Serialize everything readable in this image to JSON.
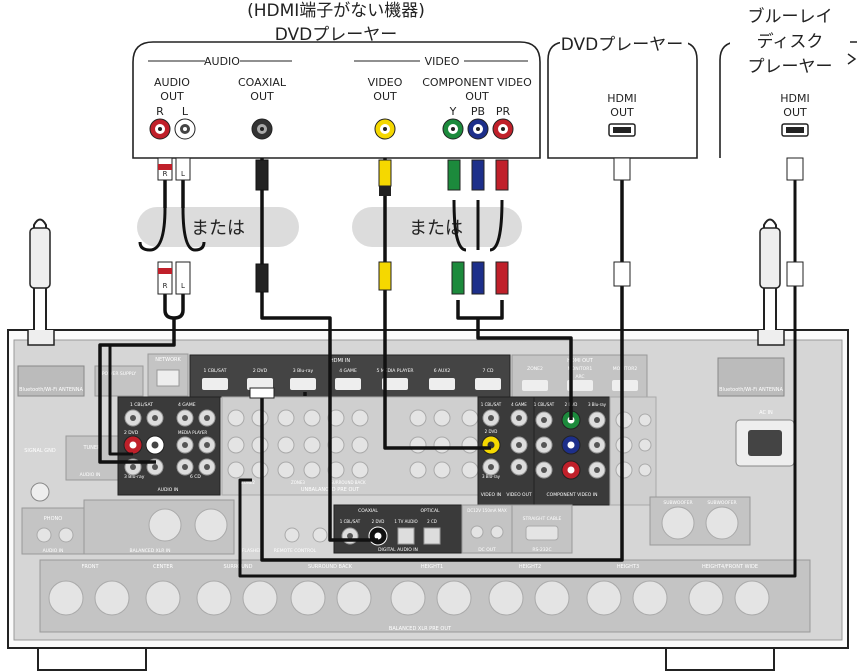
{
  "header": {
    "title_line1": "(HDMI端子がない機器)",
    "title_line2": "DVDプレーヤー"
  },
  "devices": {
    "dvd_legacy": {
      "audio_group": "AUDIO",
      "video_group": "VIDEO",
      "audio_out_line1": "AUDIO",
      "audio_out_line2": "OUT",
      "r": "R",
      "l": "L",
      "coaxial_line1": "COAXIAL",
      "coaxial_line2": "OUT",
      "video_out_line1": "VIDEO",
      "video_out_line2": "OUT",
      "component_line1": "COMPONENT VIDEO",
      "component_line2": "OUT",
      "y": "Y",
      "pb": "PB",
      "pr": "PR"
    },
    "dvd_hdmi": {
      "title": "DVDプレーヤー",
      "hdmi_line1": "HDMI",
      "hdmi_line2": "OUT"
    },
    "bluray": {
      "title_line1": "ブルーレイ",
      "title_line2": "ディスク",
      "title_line3": "プレーヤー",
      "hdmi_line1": "HDMI",
      "hdmi_line2": "OUT"
    }
  },
  "or_labels": [
    "または",
    "または"
  ],
  "receiver": {
    "network": "NETWORK",
    "power_supply": "POWER SUPPLY",
    "hdmi_in": "HDMI IN",
    "hdmi_out": "HDMI OUT",
    "hdmi_inputs": [
      "1 CBL/SAT",
      "2 DVD",
      "3 Blu-ray",
      "4 GAME",
      "5 MEDIA PLAYER",
      "6 AUX2",
      "7 CD"
    ],
    "zone2": "ZONE2",
    "monitor1": "MONITOR1",
    "monitor2": "MONITOR2",
    "arc": "ARC",
    "antenna_left": "Bluetooth/Wi-Fi ANTENNA",
    "antenna_right": "Bluetooth/Wi-Fi ANTENNA",
    "ac_in": "AC IN",
    "audio_in": "AUDIO IN",
    "audio_in_inputs": [
      "1 CBL/SAT",
      "4 GAME",
      "2 DVD",
      "MEDIA PLAYER",
      "3 Blu-ray",
      "6 CD"
    ],
    "tuner": "TUNER",
    "signal_gnd": "SIGNAL GND",
    "phono": "PHONO",
    "balanced_xlr_in": "BALANCED XLR IN",
    "flasher": "FLASHER",
    "remote_control": "REMOTE CONTROL",
    "dc_out": "DC OUT",
    "rs232c": "RS-232C",
    "straight_cable": "STRAIGHT CABLE",
    "digital_audio_in": "DIGITAL AUDIO IN",
    "coaxial": "COAXIAL",
    "optical": "OPTICAL",
    "digital_inputs": [
      "1 CBL/SAT",
      "2 DVD",
      "1 TV AUDIO",
      "2 CD"
    ],
    "video_in": "VIDEO IN",
    "video_out": "VIDEO OUT",
    "video_inputs": [
      "1 CBL/SAT",
      "4 GAME",
      "2 DVD",
      "3 Blu-ray"
    ],
    "component_video_in": "COMPONENT VIDEO IN",
    "component_inputs": [
      "1 CBL/SAT",
      "2 DVD",
      "3 Blu-ray"
    ],
    "preout_labels": [
      "FRONT",
      "CENTER",
      "SURROUND",
      "SURROUND BACK",
      "HEIGHT1",
      "HEIGHT2",
      "HEIGHT3",
      "HEIGHT4/FRONT WIDE"
    ],
    "balanced_xlr_pre_out": "BALANCED XLR PRE OUT",
    "unbalanced_pre_out": "UNBALANCED PRE OUT",
    "subwoofer": "SUBWOOFER",
    "zone2_label": "ZONE2",
    "zone3_label": "ZONE3",
    "surround_back": "SURROUND BACK",
    "dc_12v": "DC12V 150mA MAX"
  },
  "colors": {
    "red": "#c0202a",
    "white": "#ffffff",
    "black": "#1a1a1a",
    "yellow": "#f5d800",
    "green": "#1c8a3c",
    "blue": "#1d2f8a",
    "gray_panel": "#d4d4d4",
    "dark_panel": "#3a3a3a",
    "bubble": "#dcdcdc"
  }
}
